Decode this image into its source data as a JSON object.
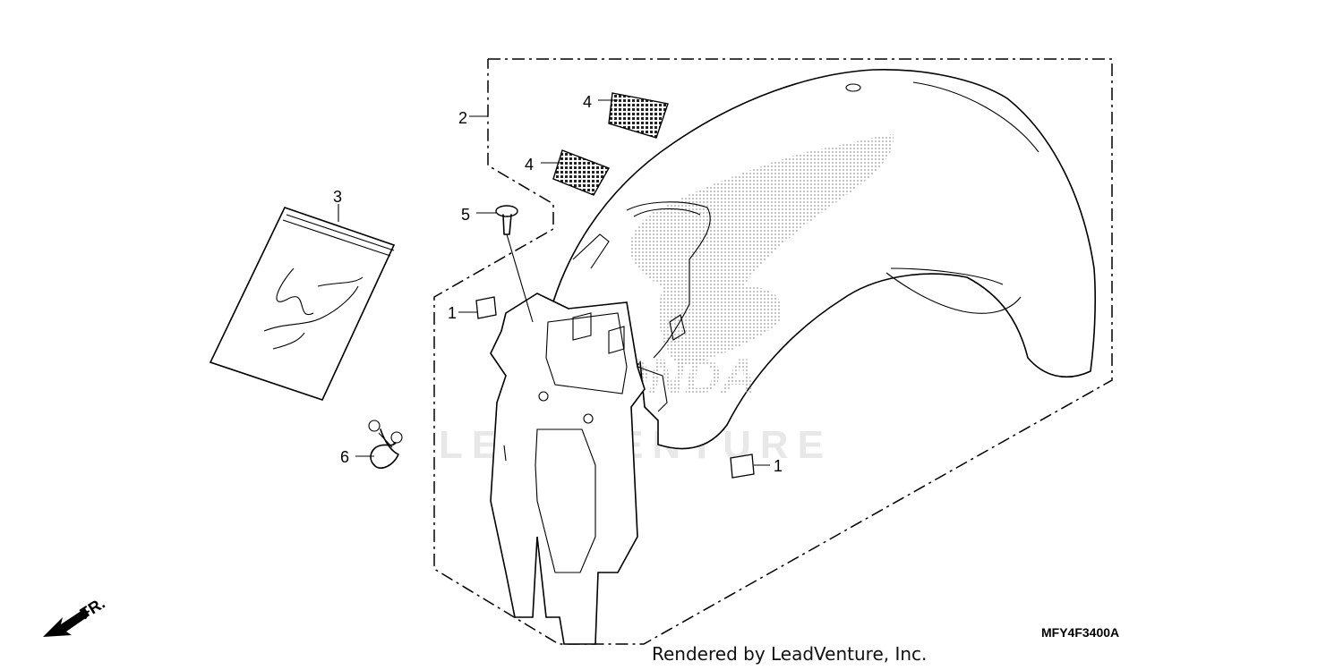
{
  "diagram": {
    "callouts": [
      {
        "id": "1a",
        "text": "1"
      },
      {
        "id": "1b",
        "text": "1"
      },
      {
        "id": "2",
        "text": "2"
      },
      {
        "id": "3",
        "text": "3"
      },
      {
        "id": "4a",
        "text": "4"
      },
      {
        "id": "4b",
        "text": "4"
      },
      {
        "id": "5",
        "text": "5"
      },
      {
        "id": "6",
        "text": "6"
      }
    ],
    "front_indicator": "FR.",
    "diagram_code": "MFY4F3400A",
    "credit": "Rendered by LeadVenture, Inc.",
    "watermark": "LEADVENTURE",
    "brand_mark": "HONDA",
    "colors": {
      "line": "#000000",
      "dots": "#9a9a9a",
      "watermark": "#e8e8e8",
      "background": "#ffffff"
    }
  }
}
